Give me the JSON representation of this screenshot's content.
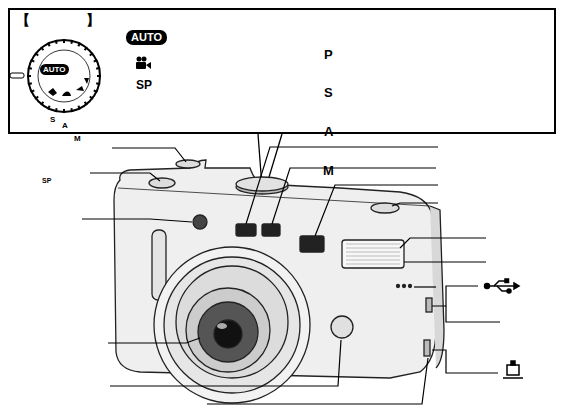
{
  "diagram": {
    "nodes": [
      {
        "text": [
          "【　　　　】"
        ]
      },
      {
        "text": [
          "AUTO"
        ],
        "in": 0
      },
      {
        "text": [
          "AUTO"
        ],
        "in": 0
      }
    ],
    "labels": [
      "SP",
      "P",
      "S",
      "A",
      "M",
      "S",
      "A",
      "M",
      "SP"
    ]
  }
}
